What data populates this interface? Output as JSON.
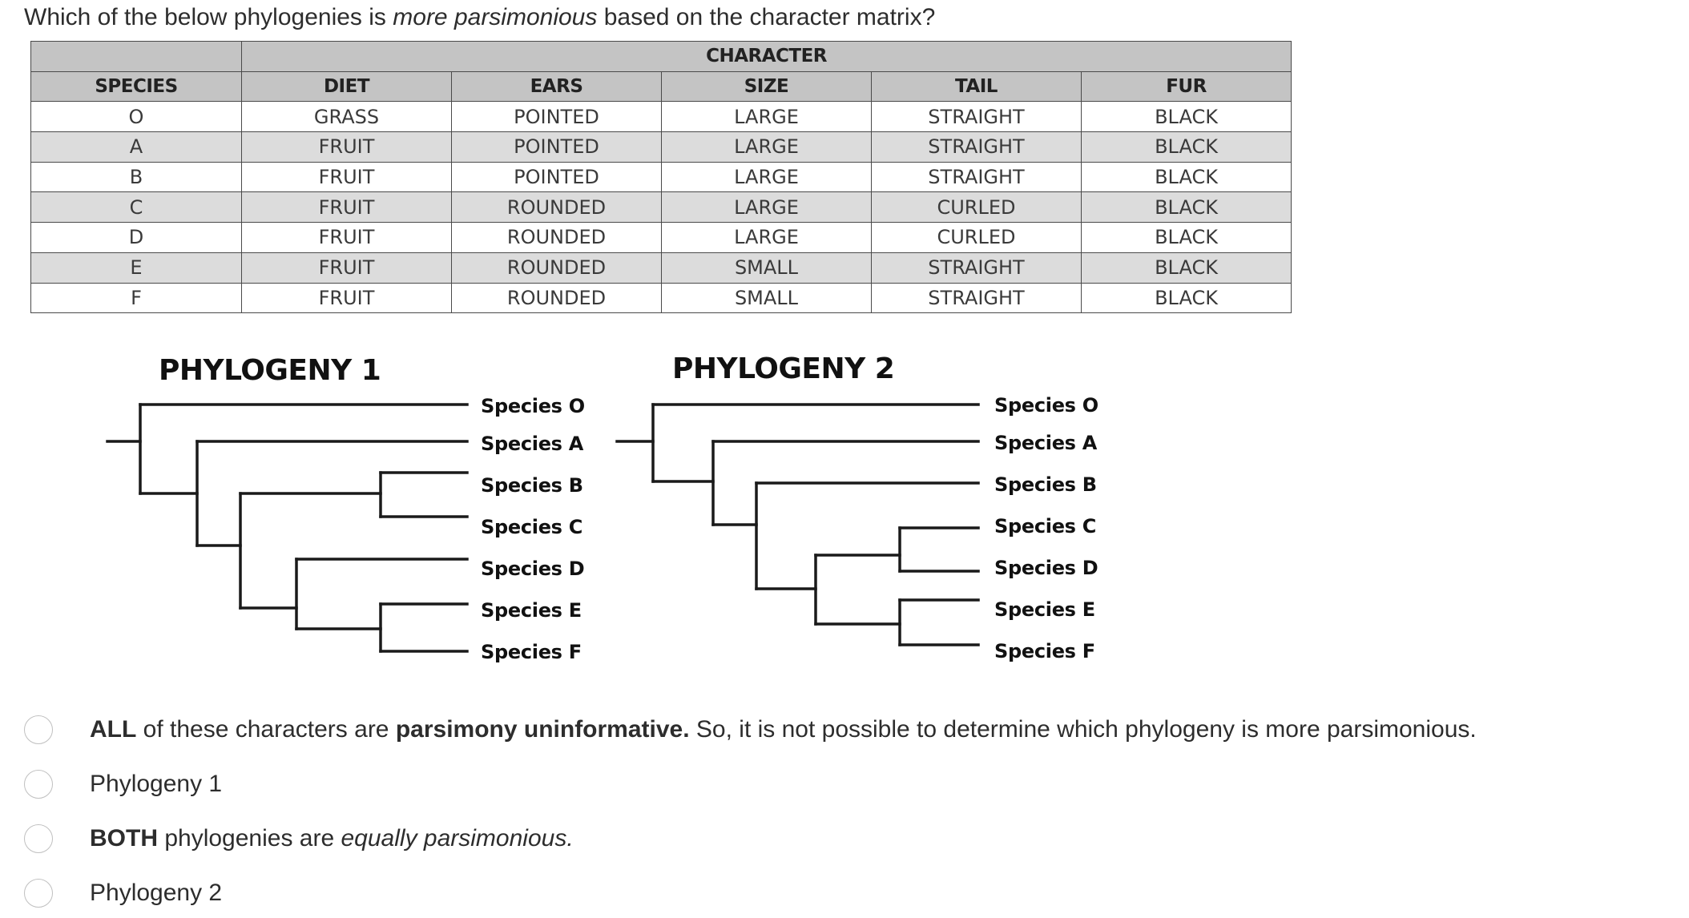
{
  "question": {
    "prefix": "Which of the below phylogenies is ",
    "emphasis": "more parsimonious",
    "suffix": " based on the character matrix?"
  },
  "matrix": {
    "group_header": "CHARACTER",
    "columns": [
      "SPECIES",
      "DIET",
      "EARS",
      "SIZE",
      "TAIL",
      "FUR"
    ],
    "rows": [
      [
        "O",
        "GRASS",
        "POINTED",
        "LARGE",
        "STRAIGHT",
        "BLACK"
      ],
      [
        "A",
        "FRUIT",
        "POINTED",
        "LARGE",
        "STRAIGHT",
        "BLACK"
      ],
      [
        "B",
        "FRUIT",
        "POINTED",
        "LARGE",
        "STRAIGHT",
        "BLACK"
      ],
      [
        "C",
        "FRUIT",
        "ROUNDED",
        "LARGE",
        "CURLED",
        "BLACK"
      ],
      [
        "D",
        "FRUIT",
        "ROUNDED",
        "LARGE",
        "CURLED",
        "BLACK"
      ],
      [
        "E",
        "FRUIT",
        "ROUNDED",
        "SMALL",
        "STRAIGHT",
        "BLACK"
      ],
      [
        "F",
        "FRUIT",
        "ROUNDED",
        "SMALL",
        "STRAIGHT",
        "BLACK"
      ]
    ]
  },
  "phylogeny1": {
    "title": "PHYLOGENY 1",
    "tips": [
      "Species O",
      "Species A",
      "Species B",
      "Species C",
      "Species D",
      "Species E",
      "Species F"
    ],
    "topology": "(O,(A,((B,C),(D,(E,F)))))"
  },
  "phylogeny2": {
    "title": "PHYLOGENY 2",
    "tips": [
      "Species O",
      "Species A",
      "Species B",
      "Species C",
      "Species D",
      "Species E",
      "Species F"
    ],
    "topology": "(O,(A,(B,((C,D),(E,F)))))"
  },
  "options": [
    {
      "bold1": "ALL",
      "text1": " of these characters are ",
      "bold2": "parsimony uninformative.",
      "text2": " So, it is not possible to determine which phylogeny is more parsimonious."
    },
    {
      "text": "Phylogeny 1"
    },
    {
      "bold1": "BOTH",
      "text1": " phylogenies are ",
      "italic": "equally parsimonious."
    },
    {
      "text": "Phylogeny 2"
    }
  ]
}
